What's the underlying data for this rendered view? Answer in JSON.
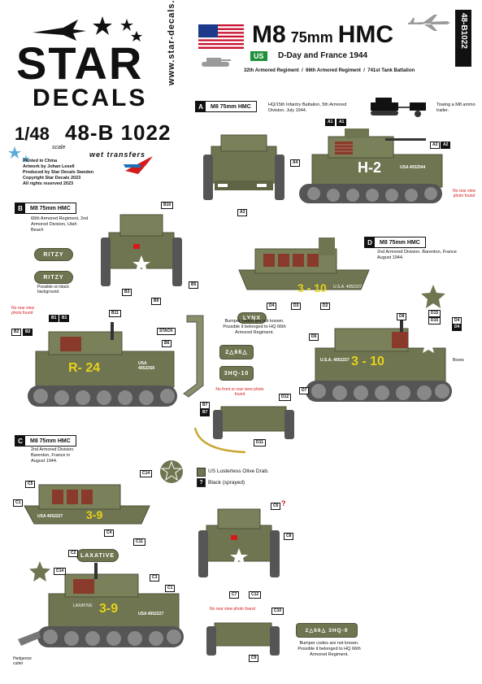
{
  "brand": {
    "logo_star": "STAR",
    "logo_decals": "DECALS",
    "vertical_url": "www.star-decals.net",
    "scale": "1/48",
    "scale_label": "scale",
    "product_code": "48-B 1022",
    "product_code_vertical": "48-B1022",
    "transfer_type": "wet transfers",
    "credits": [
      "Printed in China",
      "Artwork by Johan Lesell",
      "Produced by Star Decals Sweden",
      "Copyright Star Decals 2023",
      "All rights reserved 2023"
    ]
  },
  "header": {
    "title_main": "M8",
    "title_caliber": "75mm",
    "title_type": "HMC",
    "country_badge": "US",
    "subtitle": "D-Day and France 1944",
    "units": "32th Armored Regiment  /  66th Armored Regiment  /  741st Tank Battalion"
  },
  "sections": {
    "A": {
      "letter": "A",
      "label": "M8 75mm HMC",
      "desc": "HQ/15th Infantry Battalion, 5th Armored Division. July 1944.",
      "tow_note": "Towing a M8 ammo trailer.",
      "no_rear": "No rear view photo found",
      "marking_big": "H-2",
      "serial": "USA 4052544",
      "callouts": [
        "A1",
        "A1",
        "A2",
        "A2",
        "A3",
        "A4"
      ]
    },
    "B": {
      "letter": "B",
      "label": "M8 75mm HMC",
      "desc": "66th Armored Regiment, 2nd Armored Division, Utah Beach",
      "name_decal": "RITZY",
      "name_decal_note": "Possible on black background.",
      "no_rear": "No rear view photo found",
      "marking_big": "R- 24",
      "serial": "USA 40522S8",
      "stack_label": "STACK",
      "callouts": [
        "B10",
        "B5",
        "B3",
        "B9",
        "B1",
        "B1",
        "B11",
        "B2",
        "B2",
        "B6",
        "B7",
        "B7"
      ]
    },
    "D": {
      "letter": "D",
      "label": "M8 75mm HMC",
      "desc": "2nd Armored Division. Barenton, France August 1944.",
      "name_decal": "LYNX",
      "marking_big": "3 - 10",
      "serial": "U.S.A. 4052227",
      "boxes_note": "Boxes",
      "bumper_note": "Bumper codes are not known. Possible it belonged to HQ 66th Armored Regiment.",
      "bumper_code_1": "2△66△",
      "bumper_code_2": "3HQ-10",
      "no_front": "No front or rear view photo found",
      "callouts": [
        "D4",
        "D3",
        "D2",
        "D6",
        "D8",
        "D15",
        "D15",
        "D4",
        "D4",
        "D7",
        "D12",
        "D11"
      ]
    },
    "C": {
      "letter": "C",
      "label": "M8 75mm HMC",
      "desc": "2nd Armored Division. Barenton, France in August 1944.",
      "name_decal": "LAXATIVE",
      "marking_big": "3-9",
      "serial": "USA 4052227",
      "hedgerow": "Hedgerow cutter",
      "no_rear": "No rear view photo found",
      "bumper_code": "2△66△  3HQ-9",
      "bumper_note": "Bumper codes are not known. Possible it belonged to HQ 66th Armored Regiment.",
      "callouts": [
        "C5",
        "C1",
        "C4",
        "C11",
        "C14",
        "C2",
        "C3",
        "C1",
        "C14",
        "C6",
        "C8",
        "C7",
        "C12",
        "C10",
        "C9"
      ]
    }
  },
  "legend": {
    "olive_label": "US Lusterless Olive Drab.",
    "black_label": "Black (sprayed)",
    "black_symbol": "?"
  },
  "colors": {
    "olive": "#6f7550",
    "olive_dark": "#4c5238",
    "yellow": "#e6d21a",
    "red": "#d41a1a"
  }
}
